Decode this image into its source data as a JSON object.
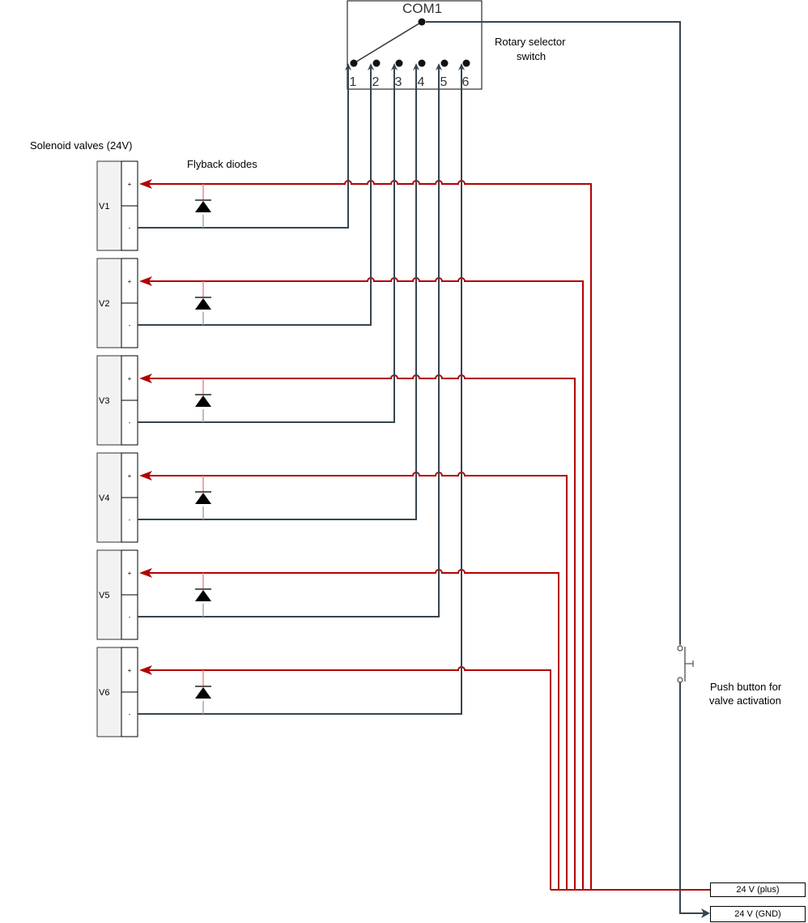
{
  "labels": {
    "solenoid_title": "Solenoid valves (24V)",
    "flyback": "Flyback diodes",
    "rotary": "Rotary selector switch",
    "rotary_line1": "Rotary selector",
    "rotary_line2": "switch",
    "push_line1": "Push button for",
    "push_line2": "valve activation",
    "com": "COM1",
    "supply_plus": "24 V (plus)",
    "supply_gnd": "24 V (GND)"
  },
  "valves": [
    {
      "name": "V1",
      "plus": "+",
      "minus": "-"
    },
    {
      "name": "V2",
      "plus": "+",
      "minus": "-"
    },
    {
      "name": "V3",
      "plus": "+",
      "minus": "-"
    },
    {
      "name": "V4",
      "plus": "+",
      "minus": "-"
    },
    {
      "name": "V5",
      "plus": "+",
      "minus": "-"
    },
    {
      "name": "V6",
      "plus": "+",
      "minus": "-"
    }
  ],
  "switch_positions": [
    "1",
    "2",
    "3",
    "4",
    "5",
    "6"
  ],
  "colors": {
    "plus_wire": "#b20000",
    "gnd_wire": "#36454f",
    "valve_fill": "#f2f2f2"
  }
}
